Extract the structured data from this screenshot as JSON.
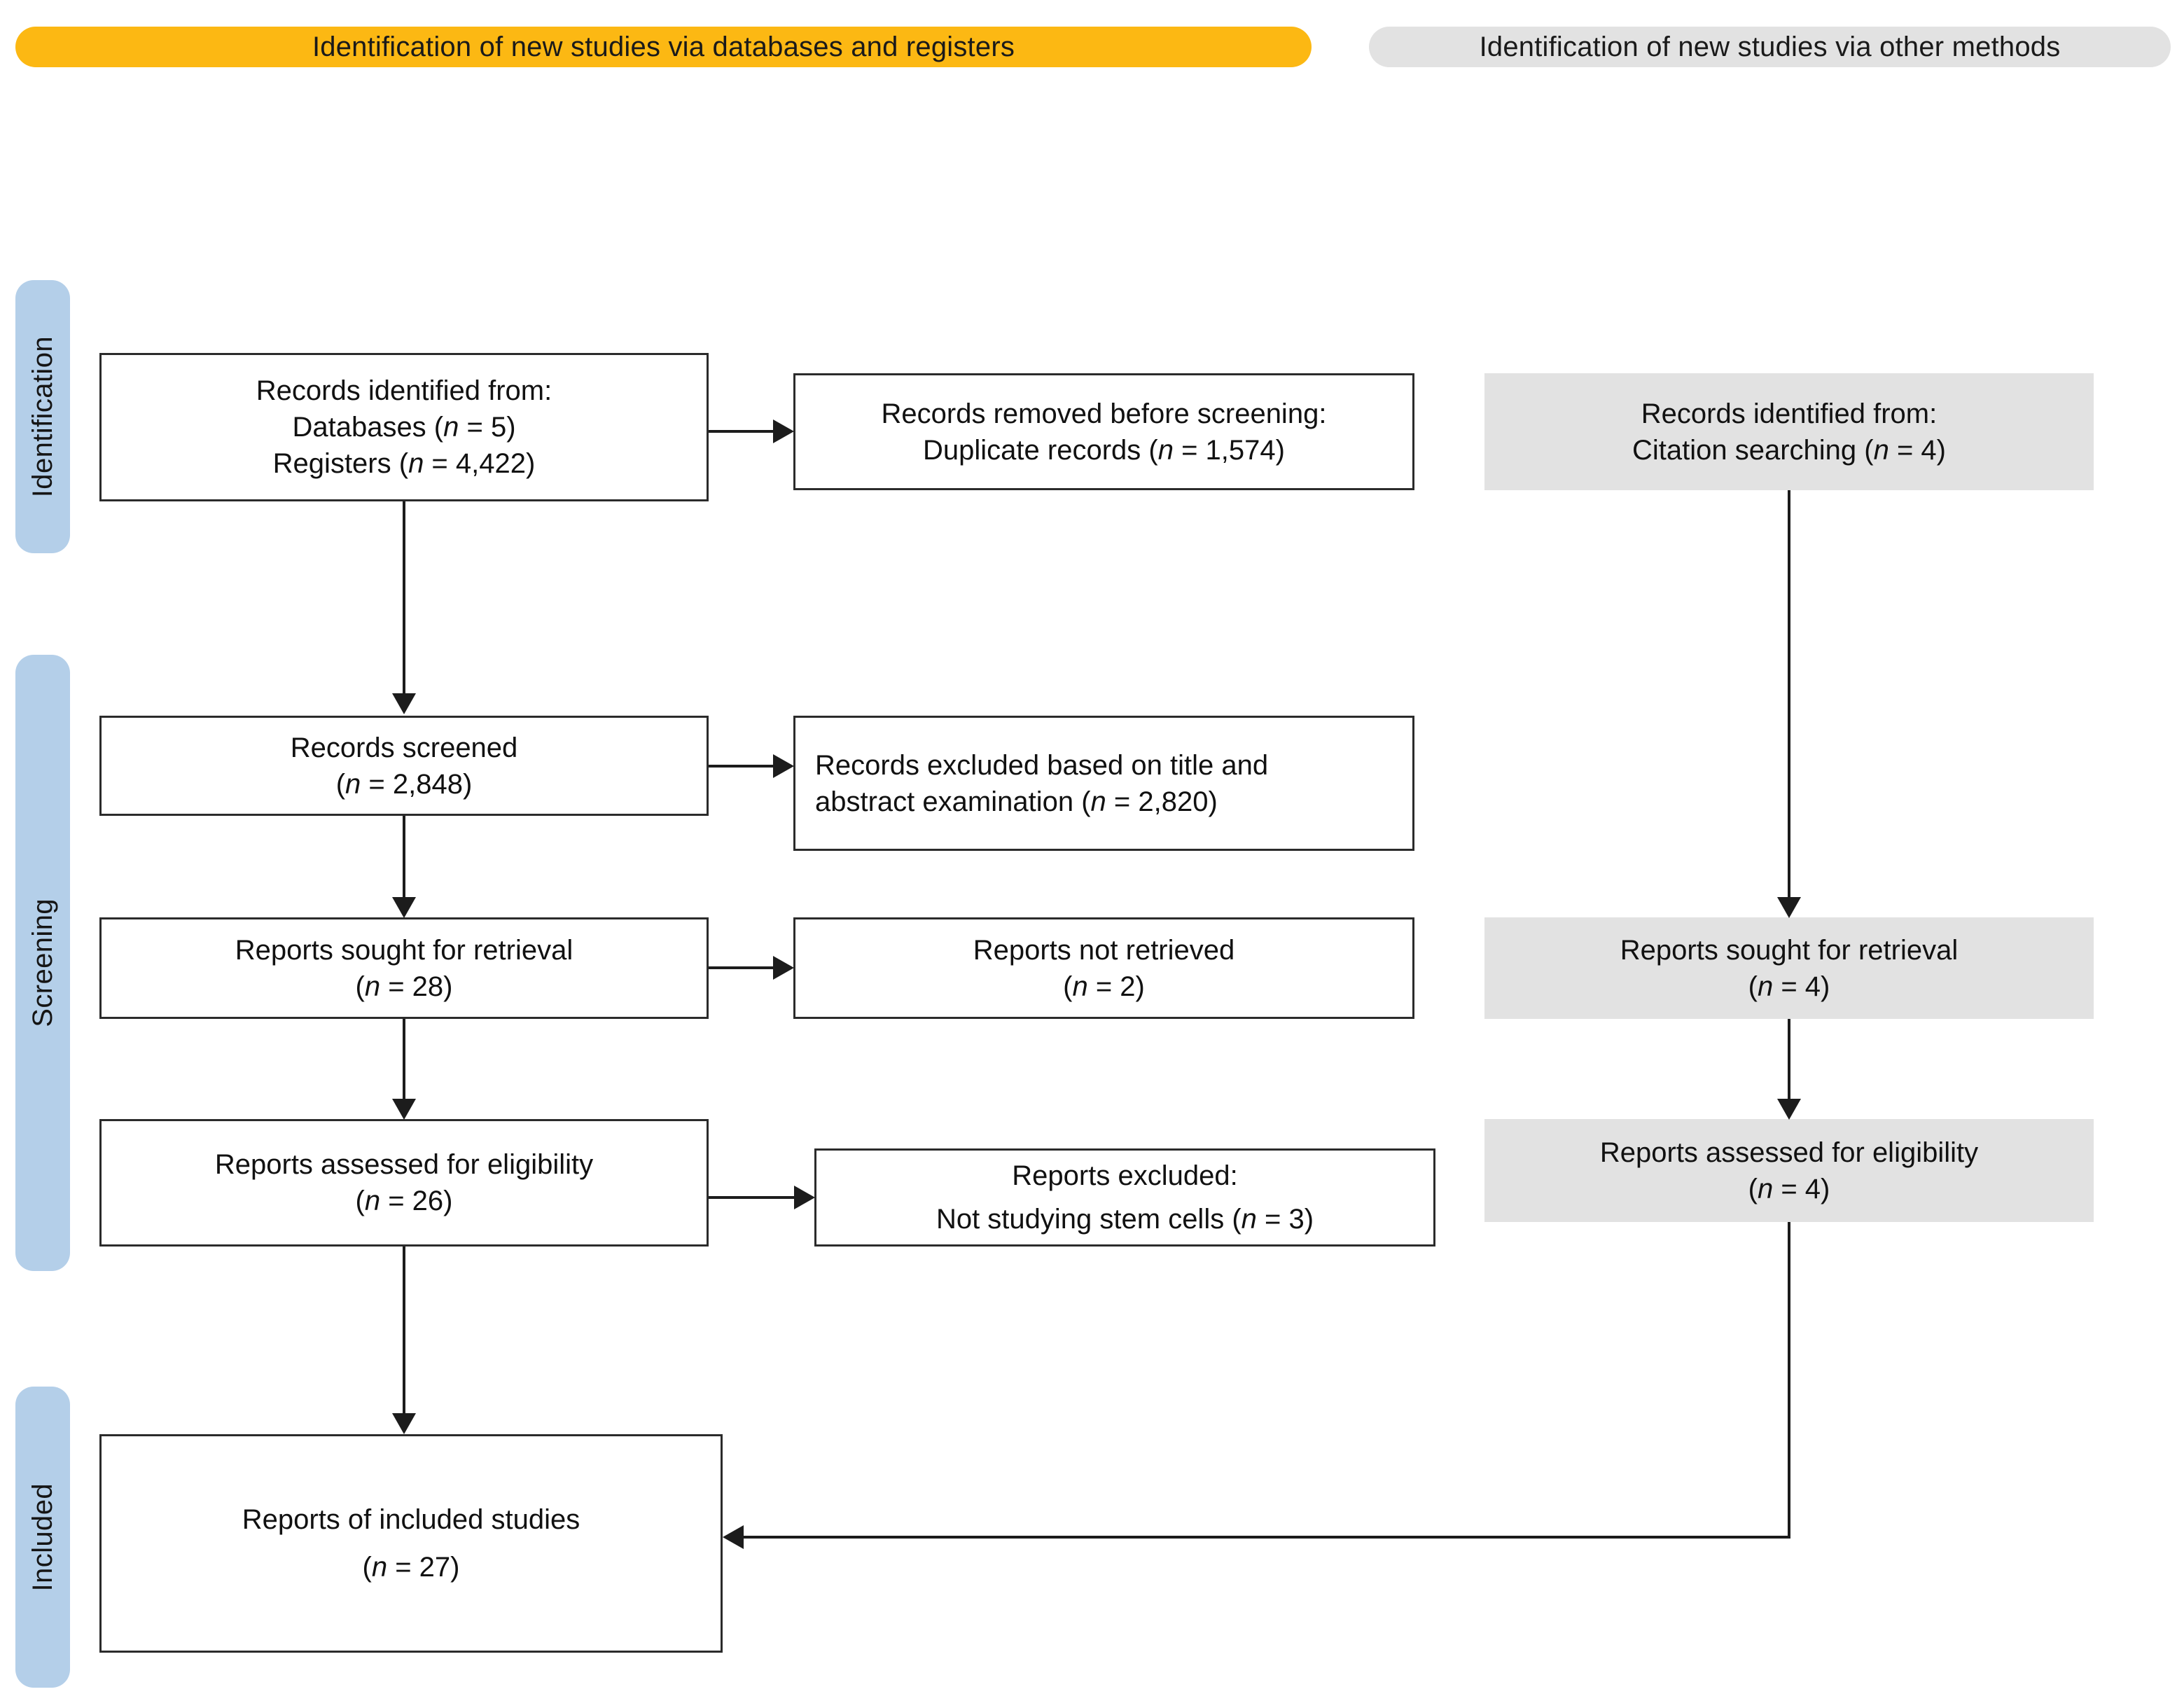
{
  "headers": {
    "databases_registers": "Identification of new studies via databases and registers",
    "other_methods": "Identification of new studies via other methods"
  },
  "stages": {
    "identification": "Identification",
    "screening": "Screening",
    "included": "Included"
  },
  "colors": {
    "banner_databases": "#fcb813",
    "banner_other": "#e2e2e2",
    "stage_label": "#b4cfe9",
    "grey_node": "#e2e2e2",
    "node_border": "#2b2b2b",
    "connector": "#1c1c1c"
  },
  "nodes": {
    "records_identified": {
      "line1": "Records identified from:",
      "line2_label": "Databases (",
      "line2_n": "n",
      "line2_value": " = 5)",
      "line3_label": "Registers (",
      "line3_n": "n",
      "line3_value": " = 4,422)"
    },
    "records_removed": {
      "line1": "Records removed before screening:",
      "line2_label": "Duplicate records (",
      "line2_n": "n",
      "line2_value": " = 1,574)"
    },
    "citation_identified": {
      "line1": "Records identified from:",
      "line2_label": "Citation searching (",
      "line2_n": "n",
      "line2_value": " = 4)"
    },
    "records_screened": {
      "line1": "Records screened",
      "line2_open": "(",
      "line2_n": "n",
      "line2_value": " = 2,848)"
    },
    "records_excluded": {
      "line1": "Records excluded based on title and",
      "line2_label": "abstract examination  (",
      "line2_n": "n",
      "line2_value": " = 2,820)"
    },
    "reports_sought": {
      "line1": "Reports sought for retrieval",
      "line2_open": "(",
      "line2_n": "n",
      "line2_value": " = 28)"
    },
    "reports_not_retrieved": {
      "line1": "Reports not retrieved",
      "line2_open": "(",
      "line2_n": "n",
      "line2_value": " = 2)"
    },
    "reports_sought_other": {
      "line1": "Reports sought for retrieval",
      "line2_open": "(",
      "line2_n": "n",
      "line2_value": " = 4)"
    },
    "reports_assessed": {
      "line1": "Reports assessed for eligibility",
      "line2_open": "(",
      "line2_n": "n",
      "line2_value": " = 26)"
    },
    "reports_excluded": {
      "line1": "Reports excluded:",
      "line2_label": "Not studying stem cells (",
      "line2_n": "n",
      "line2_value": " = 3)"
    },
    "reports_assessed_other": {
      "line1": "Reports assessed for eligibility",
      "line2_open": "(",
      "line2_n": "n",
      "line2_value": " = 4)"
    },
    "reports_included": {
      "line1": "Reports of included studies",
      "line2_open": "(",
      "line2_n": "n",
      "line2_value": " = 27)"
    }
  },
  "flow_data": {
    "type": "prisma-flow-diagram",
    "counts": {
      "databases": 5,
      "registers": 4422,
      "duplicate_records_removed": 1574,
      "records_screened": 2848,
      "records_excluded_title_abstract": 2820,
      "reports_sought_for_retrieval": 28,
      "reports_not_retrieved": 2,
      "reports_assessed_for_eligibility": 26,
      "reports_excluded_not_stem_cells": 3,
      "citation_searching_identified": 4,
      "reports_sought_other_methods": 4,
      "reports_assessed_other_methods": 4,
      "reports_included": 27
    }
  }
}
